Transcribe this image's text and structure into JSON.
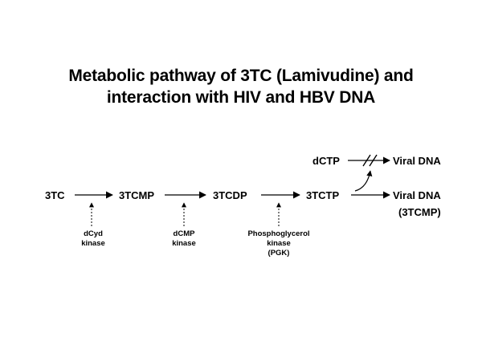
{
  "title": {
    "line1": "Metabolic pathway of 3TC (Lamivudine) and",
    "line2": "interaction with HIV and HBV DNA"
  },
  "nodes": {
    "tc": "3TC",
    "tcmp": "3TCMP",
    "tcdp": "3TCDP",
    "tctp": "3TCTP",
    "dctp": "dCTP",
    "viral_dna_top": "Viral DNA",
    "viral_dna_main": "Viral DNA",
    "viral_dna_main_sub": "(3TCMP)"
  },
  "enzymes": {
    "dcyd": {
      "line1": "dCyd",
      "line2": "kinase"
    },
    "dcmp": {
      "line1": "dCMP",
      "line2": "kinase"
    },
    "pgk": {
      "line1": "Phosphoglycerol",
      "line2": "kinase",
      "line3": "(PGK)"
    }
  },
  "colors": {
    "text": "#000000",
    "background": "#ffffff"
  }
}
